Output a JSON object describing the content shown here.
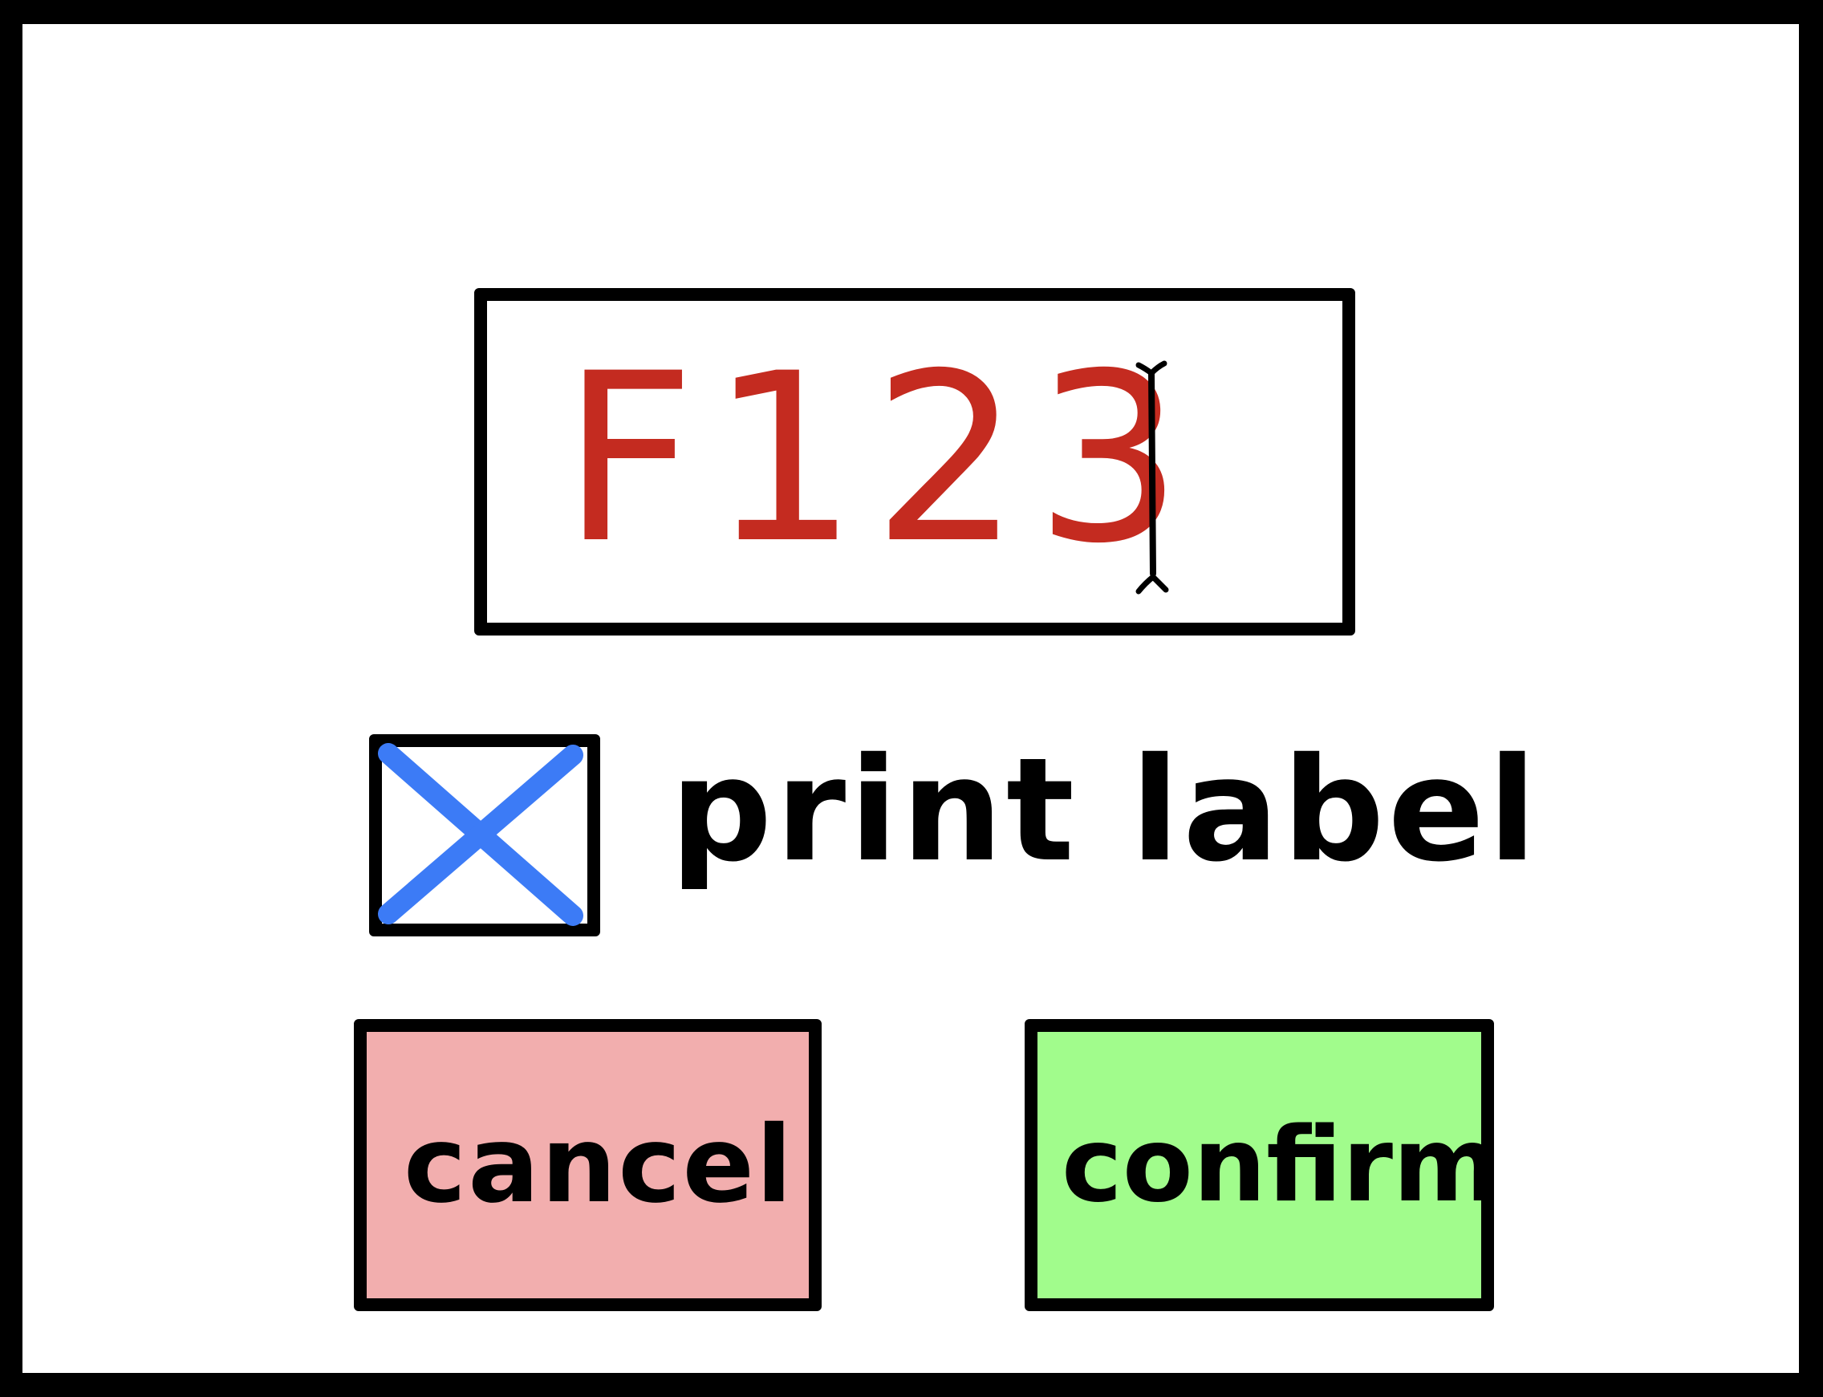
{
  "field": {
    "value": "F123",
    "text_color": "#c42b20",
    "cursor_icon": "text-cursor-icon"
  },
  "print_label": {
    "checked": true,
    "check_mark_color": "#3c7bf6",
    "label": "print label"
  },
  "buttons": {
    "cancel": {
      "label": "cancel",
      "color": "#f2aeae"
    },
    "confirm": {
      "label": "confirm",
      "color": "#a1fc8c"
    }
  }
}
